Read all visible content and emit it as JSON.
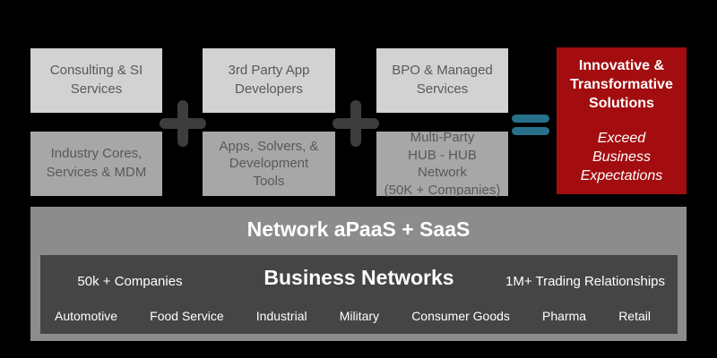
{
  "colors": {
    "background": "#000000",
    "box_light_gray": "#d2d2d2",
    "box_medium_gray": "#a7a7a7",
    "box_text_gray": "#595959",
    "plus_icon_gray": "#3d3d3d",
    "equals_icon_teal": "#27708a",
    "result_box_red": "#a30d10",
    "platform_band_gray": "#8c8c8c",
    "business_networks_dark_gray": "#454545",
    "white_text": "#ffffff"
  },
  "formula": {
    "plus_symbol": "+",
    "equals_symbol": "=",
    "columns": [
      {
        "top": "Consulting & SI\nServices",
        "bottom": "Industry Cores,\nServices & MDM"
      },
      {
        "top": "3rd Party App\nDevelopers",
        "bottom": "Apps, Solvers, &\nDevelopment\nTools"
      },
      {
        "top": "BPO & Managed\nServices",
        "bottom": "Multi-Party\nHUB - HUB\nNetwork\n(50K + Companies)"
      }
    ],
    "result": {
      "title": "Innovative &\nTransformative\nSolutions",
      "subtitle": "Exceed\nBusiness\nExpectations"
    }
  },
  "platform": {
    "title": "Network aPaaS + SaaS",
    "business_networks": {
      "left_stat": "50k + Companies",
      "title": "Business Networks",
      "right_stat": "1M+ Trading Relationships",
      "industries": [
        "Automotive",
        "Food Service",
        "Industrial",
        "Military",
        "Consumer Goods",
        "Pharma",
        "Retail"
      ]
    }
  }
}
